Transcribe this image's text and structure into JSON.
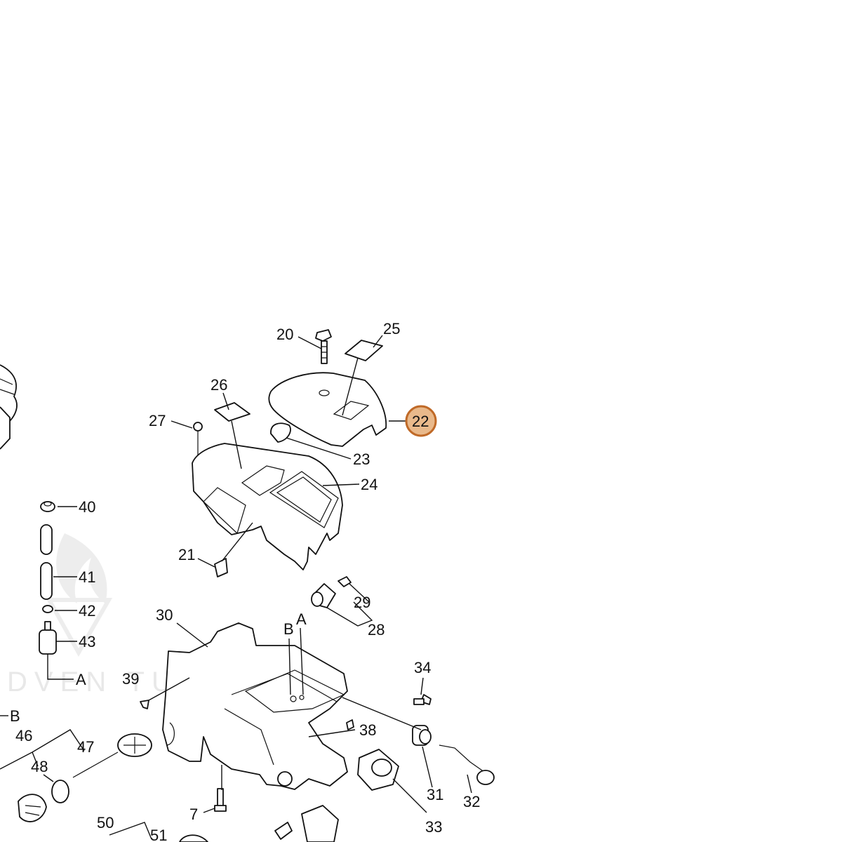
{
  "highlight_color": "#e9b98b",
  "highlight_stroke": "#c06a28",
  "watermark": "DVEN TUR",
  "callouts": [
    "20",
    "25",
    "26",
    "27",
    "22",
    "23",
    "24",
    "40",
    "41",
    "42",
    "43",
    "A",
    "21",
    "29",
    "28",
    "30",
    "B",
    "A",
    "39",
    "34",
    "B",
    "46",
    "47",
    "48",
    "38",
    "31",
    "32",
    "7",
    "33",
    "50",
    "51"
  ]
}
